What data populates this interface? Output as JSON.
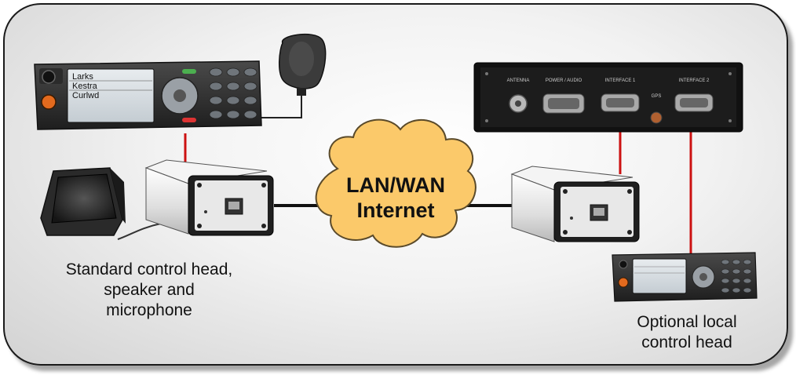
{
  "diagram": {
    "cloud": {
      "line1": "LAN/WAN",
      "line2": "Internet"
    },
    "left_caption": "Standard control head,\nspeaker  and\nmicrophone",
    "right_caption": "Optional local\ncontrol head",
    "radio_rear_ports": [
      "ANTENNA",
      "POWER / AUDIO",
      "INTERFACE 1",
      "GPS",
      "INTERFACE 2"
    ],
    "control_head_display_lines": [
      "Larks",
      "Kestra",
      "Curlwd"
    ],
    "colors": {
      "link_red": "#cc1111",
      "network_line": "#111111",
      "cloud_fill": "#fbc96a",
      "cloud_stroke": "#5a4a2a",
      "box_body": "#e6e6e6"
    },
    "icons": [
      "microphone-icon",
      "speaker-icon",
      "ethernet-port-icon",
      "antenna-connector-icon"
    ]
  }
}
